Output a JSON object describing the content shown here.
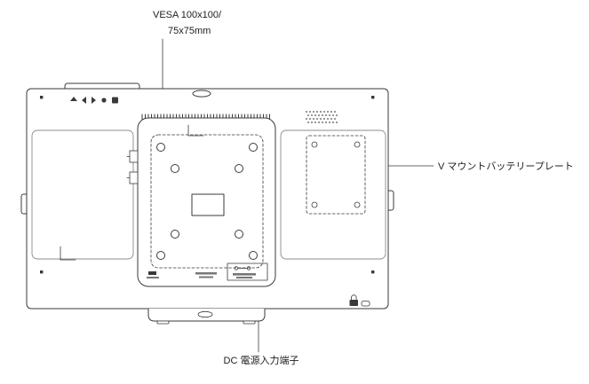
{
  "labels": {
    "vesa_line1": "VESA 100x100/",
    "vesa_line2": "75x75mm",
    "v_mount": "V マウントバッテリープレート",
    "dc_input": "DC 電源入力端子"
  },
  "colors": {
    "line": "#3a3a3a",
    "background": "#ffffff"
  }
}
